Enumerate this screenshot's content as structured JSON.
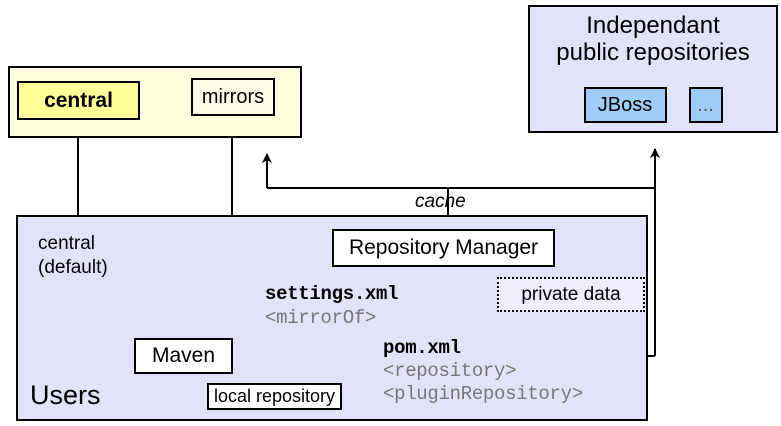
{
  "diagram": {
    "title": "Maven repository resolution diagram",
    "colors": {
      "central_highlight": "#ffff99",
      "central_group_bg": "#ffffe0",
      "lavender_group_bg": "#e2e2fa",
      "repo_chip_bg": "#9fcdf5",
      "node_bg": "#ffffff",
      "tag_text": "#777777",
      "stroke": "#000000"
    },
    "groups": {
      "central_group": {
        "name": "central-group",
        "nodes": [
          {
            "id": "central",
            "label": "central",
            "emphasis": "bold-highlight"
          },
          {
            "id": "mirrors",
            "label": "mirrors"
          }
        ]
      },
      "independent_repositories": {
        "name": "independant-public-repositories",
        "title_line_1": "Independant",
        "title_line_2": "public repositories",
        "chips": [
          {
            "id": "jboss",
            "label": "JBoss"
          },
          {
            "id": "more",
            "label": "..."
          }
        ]
      },
      "users": {
        "name": "users-group",
        "label": "Users",
        "annotation_line_1": "central",
        "annotation_line_2": "(default)",
        "nodes": [
          {
            "id": "repository-manager",
            "label": "Repository Manager"
          },
          {
            "id": "private-data",
            "label": "private data",
            "border": "dotted"
          },
          {
            "id": "maven",
            "label": "Maven"
          },
          {
            "id": "local-repository",
            "label": "local repository"
          }
        ]
      }
    },
    "labels": {
      "cache": "cache",
      "settings_xml": "settings.xml",
      "mirror_of": "<mirrorOf>",
      "pom_xml": "pom.xml",
      "repository_tag": "<repository>",
      "plugin_repository_tag": "<pluginRepository>"
    }
  }
}
